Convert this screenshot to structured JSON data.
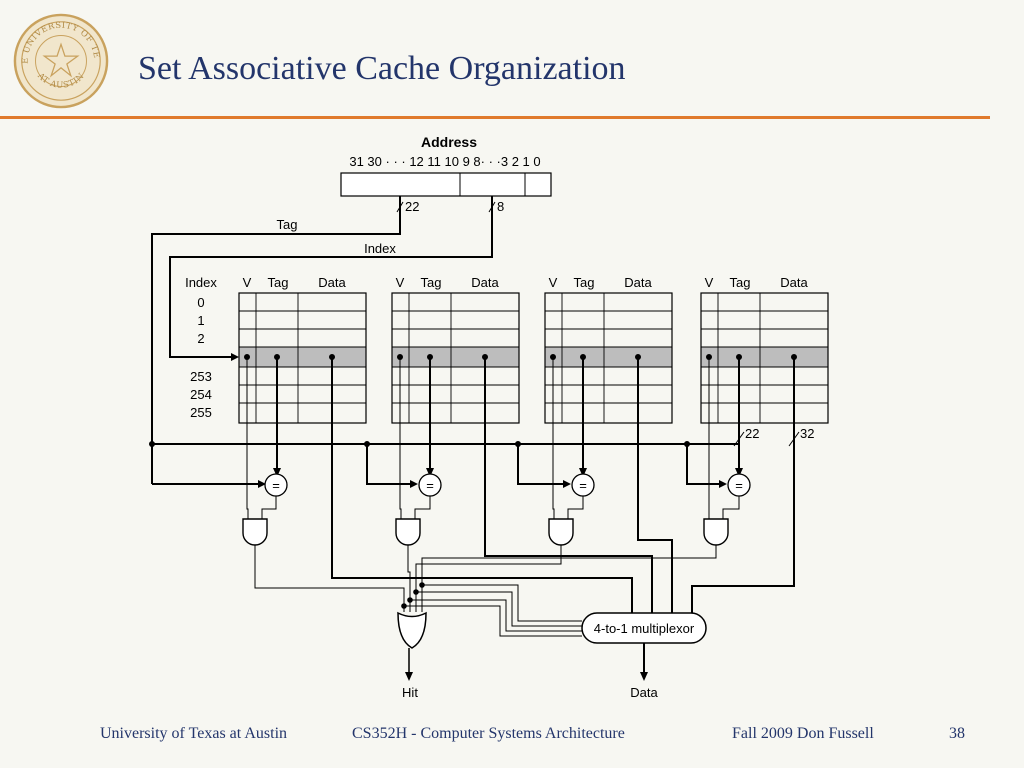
{
  "slide": {
    "title": "Set Associative Cache Organization"
  },
  "seal": {
    "text_top": "THE UNIVERSITY OF TEXAS",
    "text_bottom": "AT AUSTIN"
  },
  "diagram": {
    "address_title": "Address",
    "address_bits": "31 30 · · · 12 11 10 9 8· · ·3 2 1 0",
    "tag_width": "22",
    "index_width": "8",
    "tag_label": "Tag",
    "index_label": "Index",
    "index_header": "Index",
    "column_headers": [
      "V",
      "Tag",
      "Data"
    ],
    "row_labels": [
      "0",
      "1",
      "2",
      "253",
      "254",
      "255"
    ],
    "bus_widths": [
      "22",
      "32"
    ],
    "comparator_symbol": "=",
    "mux_label": "4-to-1 multiplexor",
    "hit_label": "Hit",
    "data_label": "Data"
  },
  "footer": {
    "institution": "University of Texas at Austin",
    "course": "CS352H  -   Computer Systems Architecture",
    "term": "Fall 2009   Don Fussell",
    "page": "38"
  },
  "colors": {
    "title": "#23356b",
    "accent_rule": "#e07a2c",
    "seal": "#c9a25e",
    "selected_row": "#bdbdbd"
  }
}
